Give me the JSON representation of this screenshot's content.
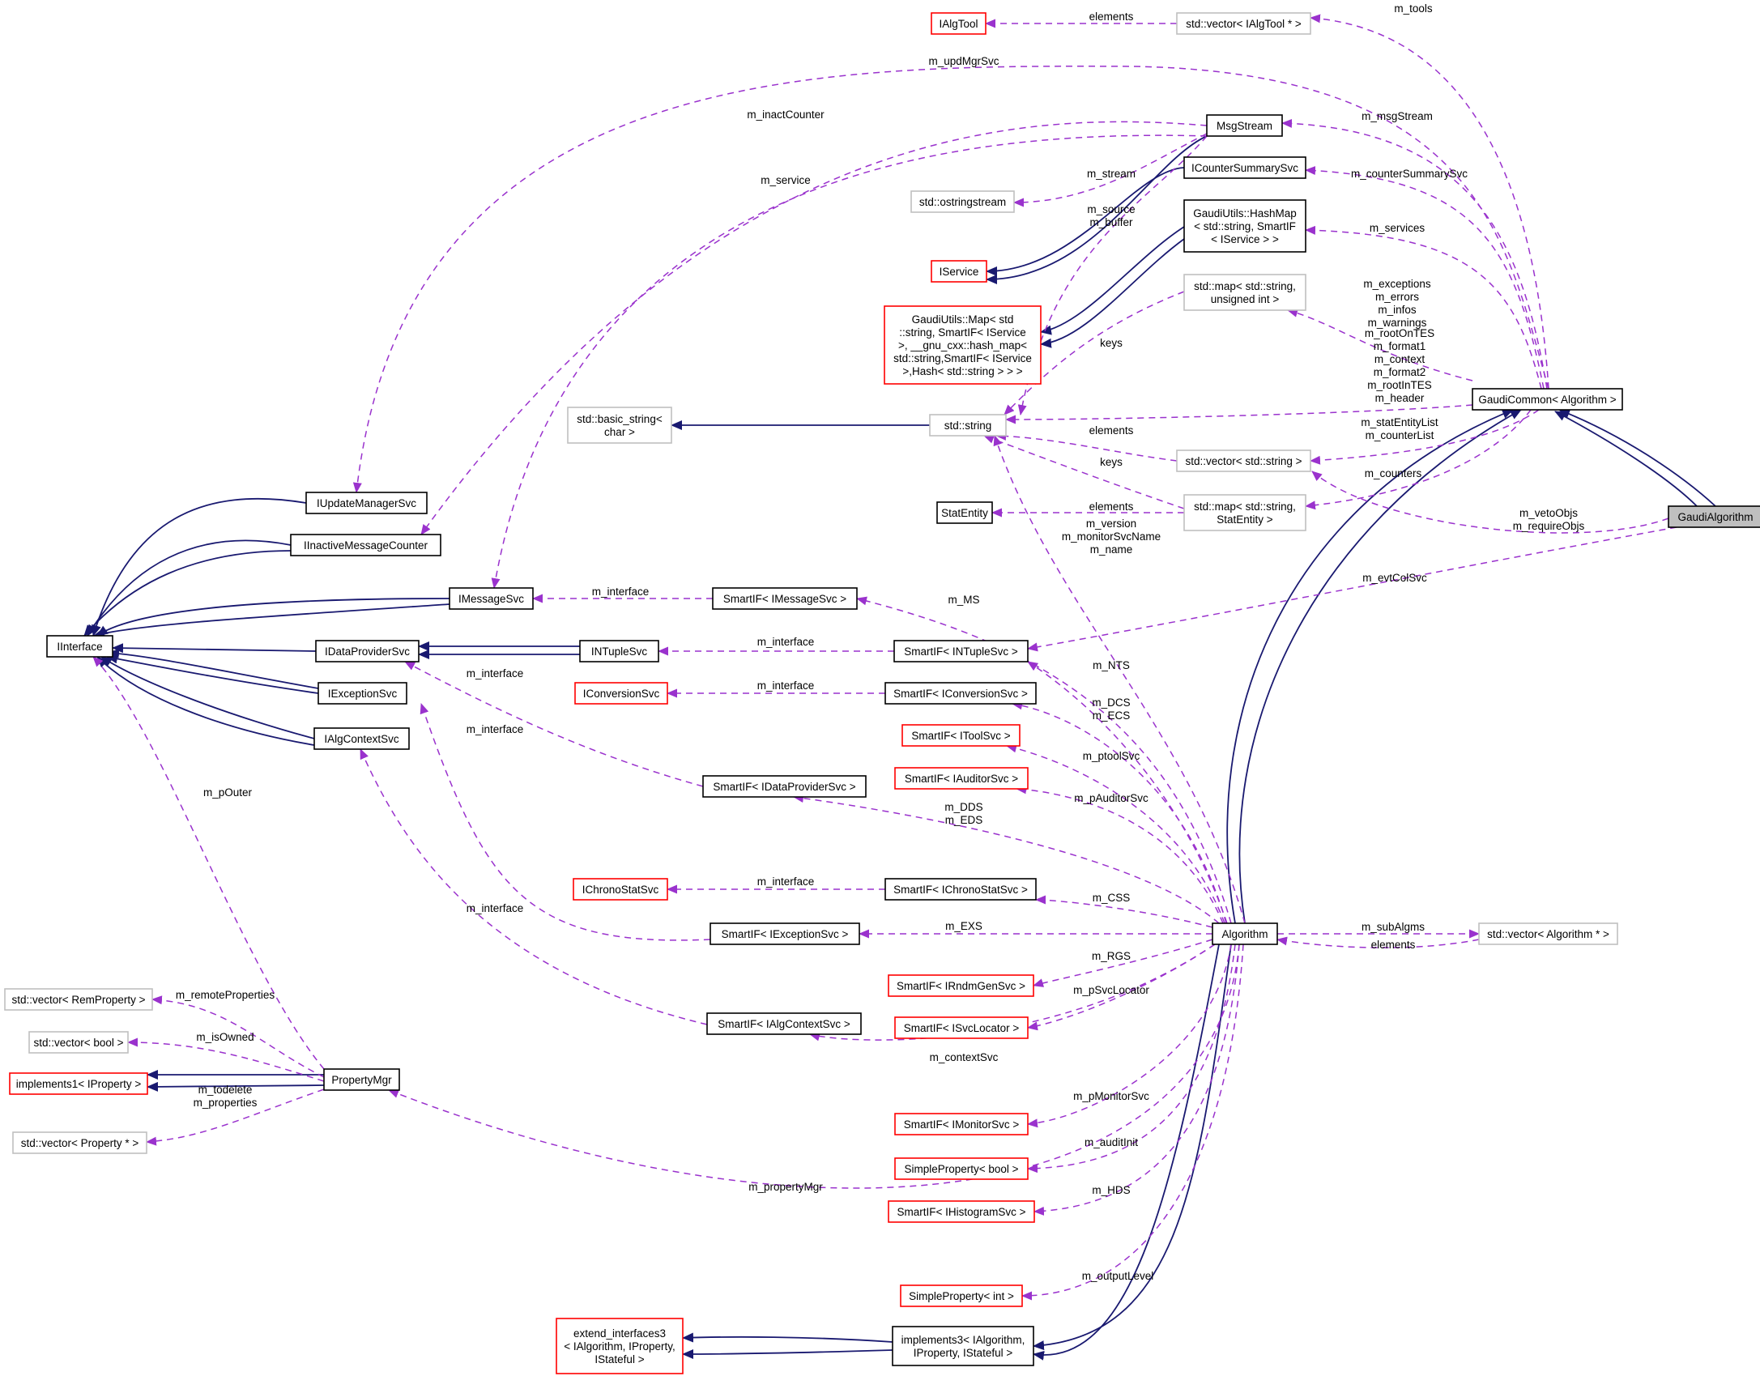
{
  "title": "",
  "colors": {
    "inheritance_edge": "#191970",
    "usage_edge": "#9a32cd",
    "focus_fill": "#bfbfbf",
    "missing_doc_border": "#ff0000",
    "external_border": "#bfbfbf"
  },
  "nodes": {
    "gaudi_algorithm": {
      "lines": [
        "GaudiAlgorithm"
      ],
      "style": "focus"
    },
    "gaudi_common": {
      "lines": [
        "GaudiCommon< Algorithm >"
      ],
      "style": "std"
    },
    "algorithm": {
      "lines": [
        "Algorithm"
      ],
      "style": "std"
    },
    "implements3": {
      "lines": [
        "implements3< IAlgorithm,",
        "IProperty, IStateful >"
      ],
      "style": "std"
    },
    "extend_interfaces3": {
      "lines": [
        "extend_interfaces3",
        "< IAlgorithm, IProperty,",
        "IStateful >"
      ],
      "style": "red"
    },
    "ialgtool": {
      "lines": [
        "IAlgTool"
      ],
      "style": "red"
    },
    "vec_ialgtool": {
      "lines": [
        "std::vector< IAlgTool * >"
      ],
      "style": "grey"
    },
    "msgstream": {
      "lines": [
        "MsgStream"
      ],
      "style": "std"
    },
    "icountersummarysvc": {
      "lines": [
        "ICounterSummarySvc"
      ],
      "style": "std"
    },
    "hashmap": {
      "lines": [
        "GaudiUtils::HashMap",
        "< std::string, SmartIF",
        "< IService > >"
      ],
      "style": "std"
    },
    "ostringstream": {
      "lines": [
        "std::ostringstream"
      ],
      "style": "grey"
    },
    "iservice": {
      "lines": [
        "IService"
      ],
      "style": "red"
    },
    "gaudiutils_map": {
      "lines": [
        "GaudiUtils::Map< std",
        "::string, SmartIF< IService",
        ">, __gnu_cxx::hash_map<",
        "std::string,SmartIF< IService",
        ">,Hash< std::string > > >"
      ],
      "style": "red"
    },
    "map_string_uint": {
      "lines": [
        "std::map< std::string,",
        "unsigned int >"
      ],
      "style": "grey"
    },
    "basic_string": {
      "lines": [
        "std::basic_string<",
        "char >"
      ],
      "style": "grey"
    },
    "std_string": {
      "lines": [
        "std::string"
      ],
      "style": "grey"
    },
    "vec_string": {
      "lines": [
        "std::vector< std::string >"
      ],
      "style": "grey"
    },
    "statentity": {
      "lines": [
        "StatEntity"
      ],
      "style": "std"
    },
    "map_string_statentity": {
      "lines": [
        "std::map< std::string,",
        "StatEntity >"
      ],
      "style": "grey"
    },
    "iupdatemanagersvc": {
      "lines": [
        "IUpdateManagerSvc"
      ],
      "style": "std"
    },
    "iinactivemessagecounter": {
      "lines": [
        "IInactiveMessageCounter"
      ],
      "style": "std"
    },
    "imessagesvc": {
      "lines": [
        "IMessageSvc"
      ],
      "style": "std"
    },
    "iinterface": {
      "lines": [
        "IInterface"
      ],
      "style": "std"
    },
    "idataprovidersvc": {
      "lines": [
        "IDataProviderSvc"
      ],
      "style": "std"
    },
    "intuplesvc": {
      "lines": [
        "INTupleSvc"
      ],
      "style": "std"
    },
    "iexceptionsvc": {
      "lines": [
        "IExceptionSvc"
      ],
      "style": "std"
    },
    "ialgcontextsvc": {
      "lines": [
        "IAlgContextSvc"
      ],
      "style": "std"
    },
    "smartif_imessagesvc": {
      "lines": [
        "SmartIF< IMessageSvc >"
      ],
      "style": "std"
    },
    "smartif_intuplesvc": {
      "lines": [
        "SmartIF< INTupleSvc >"
      ],
      "style": "std"
    },
    "iconversionsvc": {
      "lines": [
        "IConversionSvc"
      ],
      "style": "red"
    },
    "smartif_iconversionsvc": {
      "lines": [
        "SmartIF< IConversionSvc >"
      ],
      "style": "std"
    },
    "smartif_itoolsvc": {
      "lines": [
        "SmartIF< IToolSvc >"
      ],
      "style": "red"
    },
    "smartif_iauditorsvc": {
      "lines": [
        "SmartIF< IAuditorSvc >"
      ],
      "style": "red"
    },
    "smartif_idataprovidersvc": {
      "lines": [
        "SmartIF< IDataProviderSvc >"
      ],
      "style": "std"
    },
    "ichronostatsvc": {
      "lines": [
        "IChronoStatSvc"
      ],
      "style": "red"
    },
    "smartif_ichronostatsvc": {
      "lines": [
        "SmartIF< IChronoStatSvc >"
      ],
      "style": "std"
    },
    "smartif_iexceptionsvc": {
      "lines": [
        "SmartIF< IExceptionSvc >"
      ],
      "style": "std"
    },
    "vec_algorithm": {
      "lines": [
        "std::vector< Algorithm * >"
      ],
      "style": "grey"
    },
    "smartif_irndmgensvc": {
      "lines": [
        "SmartIF< IRndmGenSvc >"
      ],
      "style": "red"
    },
    "smartif_isvclocator": {
      "lines": [
        "SmartIF< ISvcLocator >"
      ],
      "style": "red"
    },
    "smartif_ialgcontextsvc": {
      "lines": [
        "SmartIF< IAlgContextSvc >"
      ],
      "style": "std"
    },
    "vec_remproperty": {
      "lines": [
        "std::vector< RemProperty >"
      ],
      "style": "grey"
    },
    "vec_bool": {
      "lines": [
        "std::vector< bool >"
      ],
      "style": "grey"
    },
    "implements1": {
      "lines": [
        "implements1< IProperty >"
      ],
      "style": "red"
    },
    "vec_property": {
      "lines": [
        "std::vector< Property * >"
      ],
      "style": "grey"
    },
    "propertymgr": {
      "lines": [
        "PropertyMgr"
      ],
      "style": "std"
    },
    "smartif_imonitorsvc": {
      "lines": [
        "SmartIF< IMonitorSvc >"
      ],
      "style": "red"
    },
    "simpleproperty_bool": {
      "lines": [
        "SimpleProperty< bool >"
      ],
      "style": "red"
    },
    "smartif_ihistogramsvc": {
      "lines": [
        "SmartIF< IHistogramSvc >"
      ],
      "style": "red"
    },
    "simpleproperty_int": {
      "lines": [
        "SimpleProperty< int >"
      ],
      "style": "red"
    }
  },
  "edge_labels": {
    "m_tools": [
      "m_tools"
    ],
    "elements_algtool": [
      "elements"
    ],
    "m_updMgrSvc": [
      "m_updMgrSvc"
    ],
    "m_inactCounter": [
      "m_inactCounter"
    ],
    "m_msgStream": [
      "m_msgStream"
    ],
    "m_service": [
      "m_service"
    ],
    "m_stream": [
      "m_stream"
    ],
    "m_counterSummarySvc": [
      "m_counterSummarySvc"
    ],
    "m_source_buffer": [
      "m_source",
      "m_buffer"
    ],
    "m_services": [
      "m_services"
    ],
    "m_exceptions": [
      "m_exceptions",
      "m_errors",
      "m_infos",
      "m_warnings"
    ],
    "keys_uint": [
      "keys"
    ],
    "root_group": [
      "m_rootOnTES",
      "m_format1",
      "m_context",
      "m_format2",
      "m_rootInTES",
      "m_header"
    ],
    "elements_string": [
      "elements"
    ],
    "statentity_list": [
      "m_statEntityList",
      "m_counterList"
    ],
    "keys_statentity": [
      "keys"
    ],
    "m_counters": [
      "m_counters"
    ],
    "elements_statentity": [
      "elements"
    ],
    "veto_require": [
      "m_vetoObjs",
      "m_requireObjs"
    ],
    "version_group": [
      "m_version",
      "m_monitorSvcName",
      "m_name"
    ],
    "m_evtColSvc": [
      "m_evtColSvc"
    ],
    "iface_msg": [
      "m_interface"
    ],
    "m_MS": [
      "m_MS"
    ],
    "iface_ntuple": [
      "m_interface"
    ],
    "m_NTS": [
      "m_NTS"
    ],
    "iface_dataprov": [
      "m_interface"
    ],
    "iface_conv": [
      "m_interface"
    ],
    "dcs_ecs": [
      "m_DCS",
      "m_ECS"
    ],
    "iface_exc": [
      "m_interface"
    ],
    "m_ptoolSvc": [
      "m_ptoolSvc"
    ],
    "m_pAuditorSvc": [
      "m_pAuditorSvc"
    ],
    "m_pOuter": [
      "m_pOuter"
    ],
    "dds_eds": [
      "m_DDS",
      "m_EDS"
    ],
    "iface_chrono": [
      "m_interface"
    ],
    "m_CSS": [
      "m_CSS"
    ],
    "iface_algctx": [
      "m_interface"
    ],
    "m_EXS": [
      "m_EXS"
    ],
    "m_subAlgms": [
      "m_subAlgms"
    ],
    "elements_alg": [
      "elements"
    ],
    "m_RGS": [
      "m_RGS"
    ],
    "m_remoteProperties": [
      "m_remoteProperties"
    ],
    "m_pSvcLocator": [
      "m_pSvcLocator"
    ],
    "m_isOwned": [
      "m_isOwned"
    ],
    "m_contextSvc": [
      "m_contextSvc"
    ],
    "todelete_props": [
      "m_todelete",
      "m_properties"
    ],
    "m_pMonitorSvc": [
      "m_pMonitorSvc"
    ],
    "m_auditInit": [
      "m_auditInit"
    ],
    "m_propertyMgr": [
      "m_propertyMgr"
    ],
    "m_HDS": [
      "m_HDS"
    ],
    "m_outputLevel": [
      "m_outputLevel"
    ]
  }
}
